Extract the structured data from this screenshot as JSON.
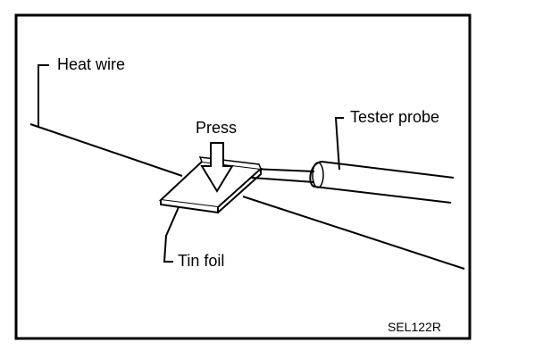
{
  "labels": {
    "heat_wire": "Heat wire",
    "press": "Press",
    "tester_probe": "Tester probe",
    "tin_foil": "Tin foil"
  },
  "figure_code": "SEL122R",
  "colors": {
    "ink": "#000000",
    "paper": "#ffffff"
  }
}
